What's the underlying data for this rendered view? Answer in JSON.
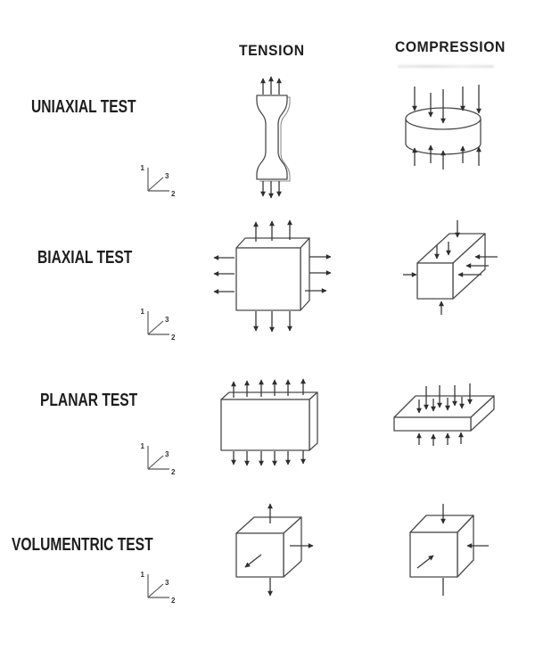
{
  "headers": {
    "tension": "TENSION",
    "compression": "COMPRESSION"
  },
  "rows": [
    {
      "label": "UNIAXIAL TEST",
      "tension_icon": "dogbone-specimen-pull-icon",
      "compression_icon": "disc-press-icon"
    },
    {
      "label": "BIAXIAL TEST",
      "tension_icon": "block-biaxial-pull-icon",
      "compression_icon": "bar-biaxial-press-icon"
    },
    {
      "label": "PLANAR TEST",
      "tension_icon": "panel-vertical-pull-icon",
      "compression_icon": "plate-press-icon"
    },
    {
      "label": "VOLUMENTRIC TEST",
      "tension_icon": "cube-triaxial-pull-icon",
      "compression_icon": "cube-triaxial-press-icon"
    }
  ],
  "axis_triad": {
    "axis_1": "1",
    "axis_2": "2",
    "axis_3": "3"
  },
  "colors": {
    "ink": "#1d1d1d",
    "line": "#454545",
    "background": "#ffffff"
  }
}
